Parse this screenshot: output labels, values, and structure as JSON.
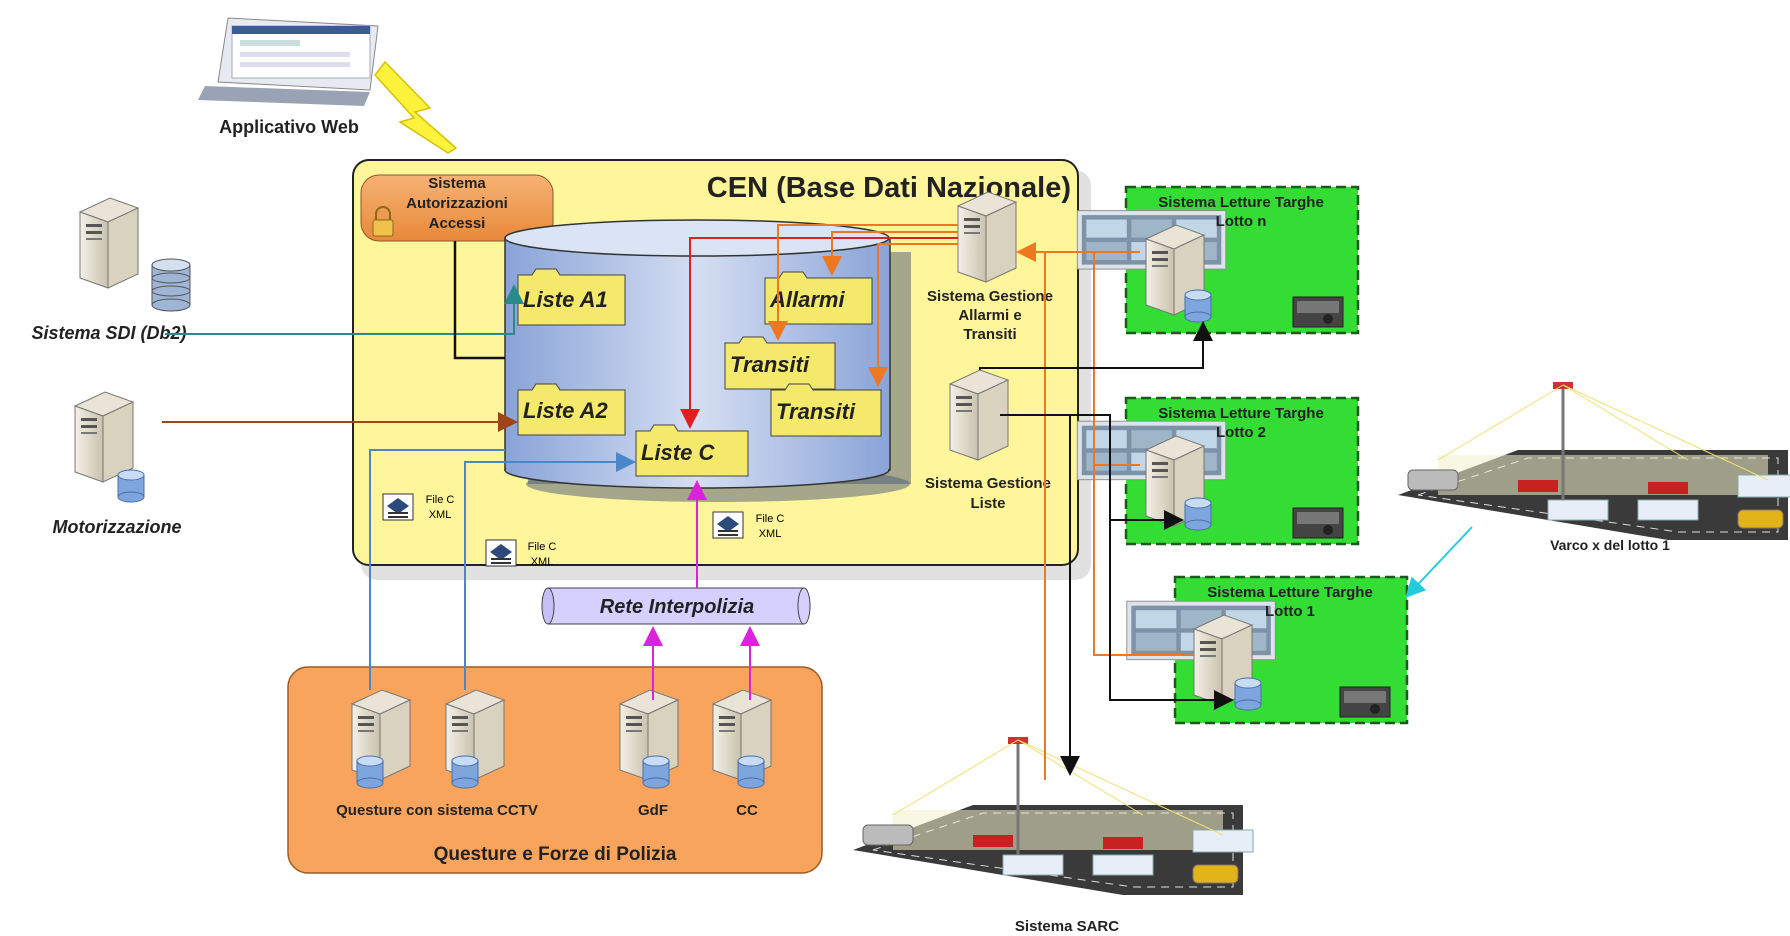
{
  "labels": {
    "applicativo_web": "Applicativo Web",
    "cen_title": "CEN (Base Dati Nazionale)",
    "sistema_autorizzazioni": [
      "Sistema",
      "Autorizzazioni",
      "Accessi"
    ],
    "sistema_sdi": "Sistema SDI (Db2)",
    "motorizzazione": "Motorizzazione",
    "liste_a1": "Liste A1",
    "liste_a2": "Liste A2",
    "liste_c": "Liste C",
    "allarmi": "Allarmi",
    "transiti_1": "Transiti",
    "transiti_2": "Transiti",
    "sistema_gestione_allarmi": [
      "Sistema Gestione",
      "Allarmi e",
      "Transiti"
    ],
    "sistema_gestione_liste": [
      "Sistema Gestione",
      "Liste"
    ],
    "file_c_xml": [
      "File C",
      "XML"
    ],
    "rete_interpolizia": "Rete Interpolizia",
    "questure_cctv": "Questure con sistema CCTV",
    "gdf": "GdF",
    "cc": "CC",
    "questure_forze": "Questure e Forze di Polizia",
    "lotto_n": [
      "Sistema Letture Targhe",
      "Lotto n"
    ],
    "lotto_2": [
      "Sistema Letture Targhe",
      "Lotto 2"
    ],
    "lotto_1": [
      "Sistema Letture Targhe",
      "Lotto 1"
    ],
    "varco": "Varco x del lotto 1",
    "sistema_sarc": "Sistema SARC"
  },
  "colors": {
    "cen_fill": "#fff59a",
    "police_fill": "#f9a45c",
    "lotto_fill": "#33dd33",
    "folder_fill": "#f4e96a",
    "db_fill": "#a9bde6",
    "orange_line": "#ee7722",
    "red_line": "#e02020",
    "magenta_line": "#dd22dd",
    "blue_line": "#4a86c8",
    "teal_line": "#2a8a8a",
    "brown_line": "#a0441a",
    "cyan_line": "#22ccdd"
  }
}
